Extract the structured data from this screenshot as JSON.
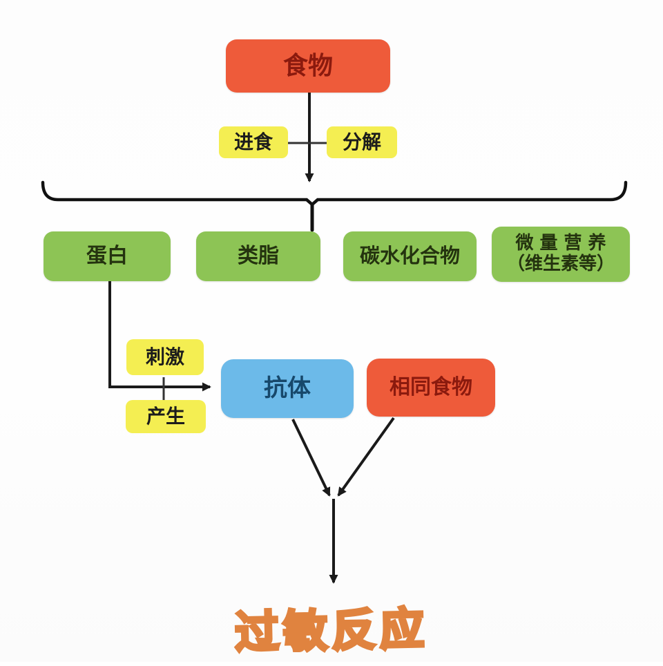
{
  "diagram": {
    "type": "flowchart",
    "language": "zh",
    "topic": "food-allergy-formation",
    "nodes": {
      "food": {
        "label": "食物"
      },
      "eat": {
        "label": "进食"
      },
      "decompose": {
        "label": "分解"
      },
      "protein": {
        "label": "蛋白"
      },
      "lipid": {
        "label": "类脂"
      },
      "carbohydrate": {
        "label": "碳水化合物"
      },
      "micronutrients": {
        "label_line1": "微量营养",
        "label_line2": "（维生素等）"
      },
      "stimulate": {
        "label": "刺激"
      },
      "produce": {
        "label": "产生"
      },
      "antibody": {
        "label": "抗体"
      },
      "same_food": {
        "label": "相同食物"
      },
      "allergic_reaction": {
        "label": "过敏反应"
      }
    },
    "colors": {
      "red_box": "#ee5b3a",
      "red_box_text": "#8b1a0e",
      "yellow_box": "#f4ee52",
      "yellow_box_text": "#1c1c1c",
      "green_box": "#8dc455",
      "green_box_text": "#24330f",
      "blue_box": "#6cbae9",
      "blue_box_text": "#17486b",
      "arrow": "#1a1a1a",
      "allergy_outline": "#e0833f",
      "allergy_fill": "#fbe8d0",
      "background": "#fdfdfd"
    }
  }
}
